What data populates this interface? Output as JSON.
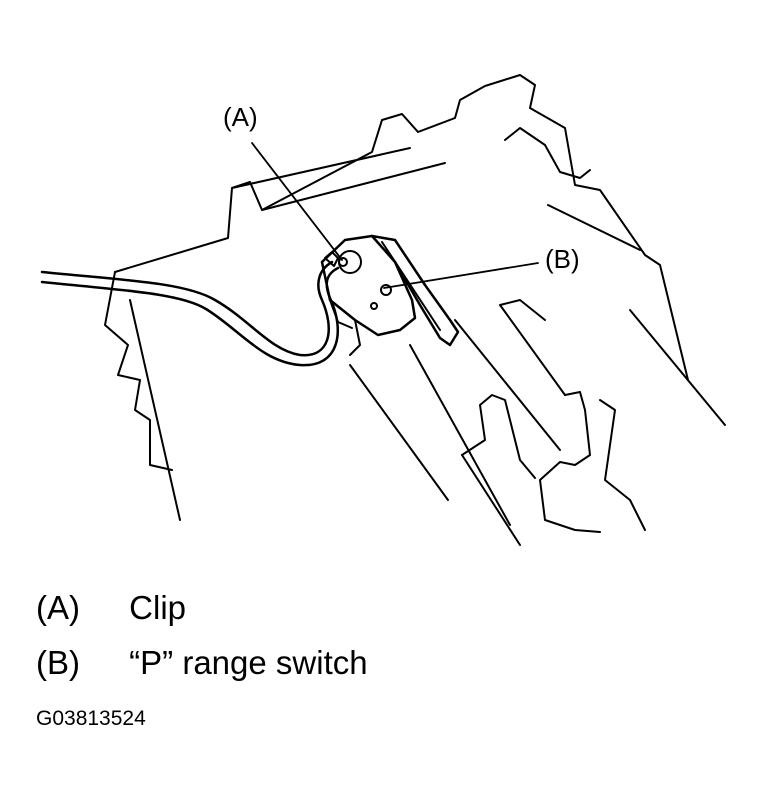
{
  "figure": {
    "callouts": [
      {
        "code": "(A)"
      },
      {
        "code": "(B)"
      }
    ]
  },
  "legend": [
    {
      "code": "(A)",
      "label": "Clip"
    },
    {
      "code": "(B)",
      "label": "“P” range switch"
    }
  ],
  "figure_id": "G03813524"
}
